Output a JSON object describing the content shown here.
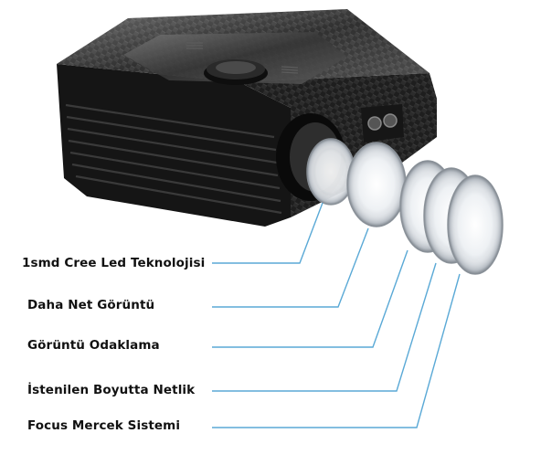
{
  "labels": [
    "1smd Cree Led Teknolojisi",
    "Daha Net Görüntü",
    "Görüntü Odaklama",
    "İstenilen Boyutta Netlik",
    "Focus Mercek Sistemi"
  ],
  "colors": {
    "callout_line": "#5aa9d6",
    "body_dark": "#1b1b1b",
    "label_text": "#111111"
  }
}
